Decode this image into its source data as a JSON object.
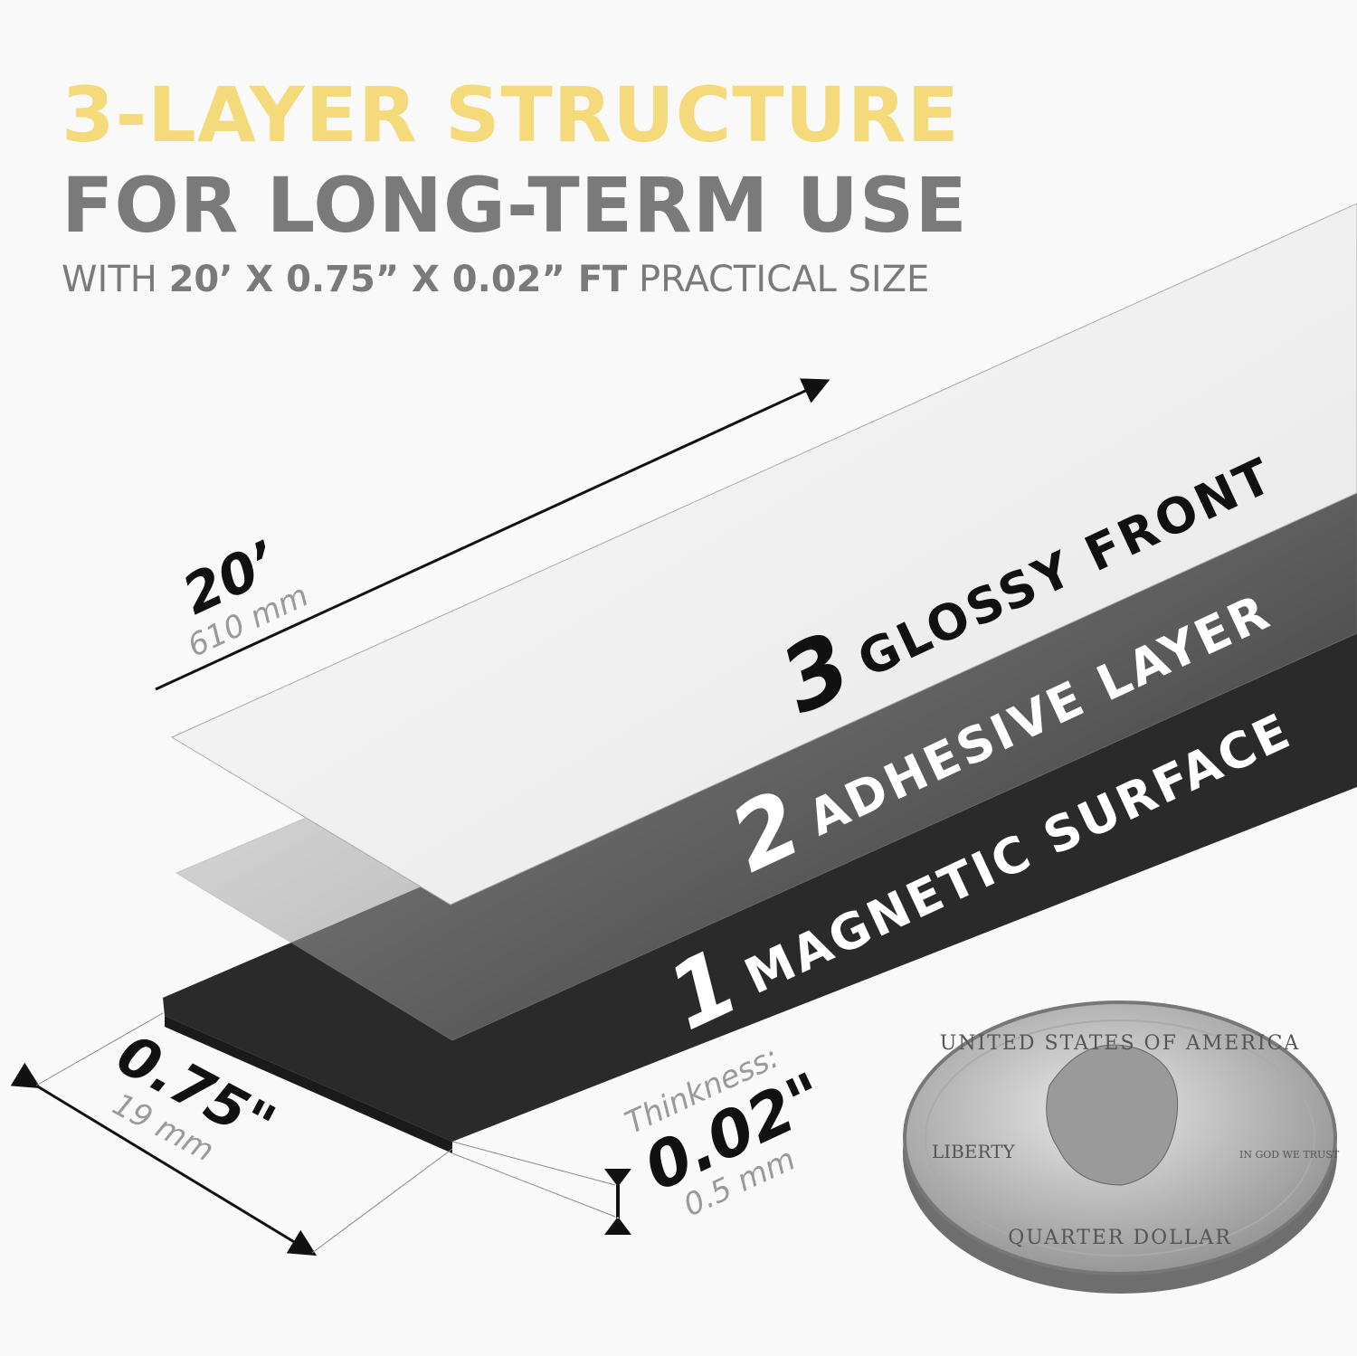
{
  "title": {
    "line1": "3-LAYER STRUCTURE",
    "line2": "FOR LONG-TERM USE",
    "subtitle_prefix": "WITH ",
    "subtitle_bold": "20’ X 0.75” X 0.02” FT",
    "subtitle_suffix": " PRACTICAL SIZE"
  },
  "colors": {
    "accent": "#f5c000",
    "magnet": "#2a2a2a",
    "text": "#000000",
    "muted": "#9a9a9a"
  },
  "dimensions": {
    "length": "20’",
    "length_metric": "610 mm",
    "width": "0.75\"",
    "width_metric": "19 mm",
    "thickness_label": "Thinkness:",
    "thickness": "0.02\"",
    "thickness_metric": "0.5 mm"
  },
  "layers": [
    {
      "number": "3",
      "label": "GLOSSY FRONT"
    },
    {
      "number": "2",
      "label": "ADHESIVE LAYER"
    },
    {
      "number": "1",
      "label": "MAGNETIC SURFACE"
    }
  ],
  "coin": {
    "top": "UNITED STATES OF AMERICA",
    "left": "LIBERTY",
    "right": "IN GOD WE TRUST",
    "bottom": "QUARTER DOLLAR"
  }
}
